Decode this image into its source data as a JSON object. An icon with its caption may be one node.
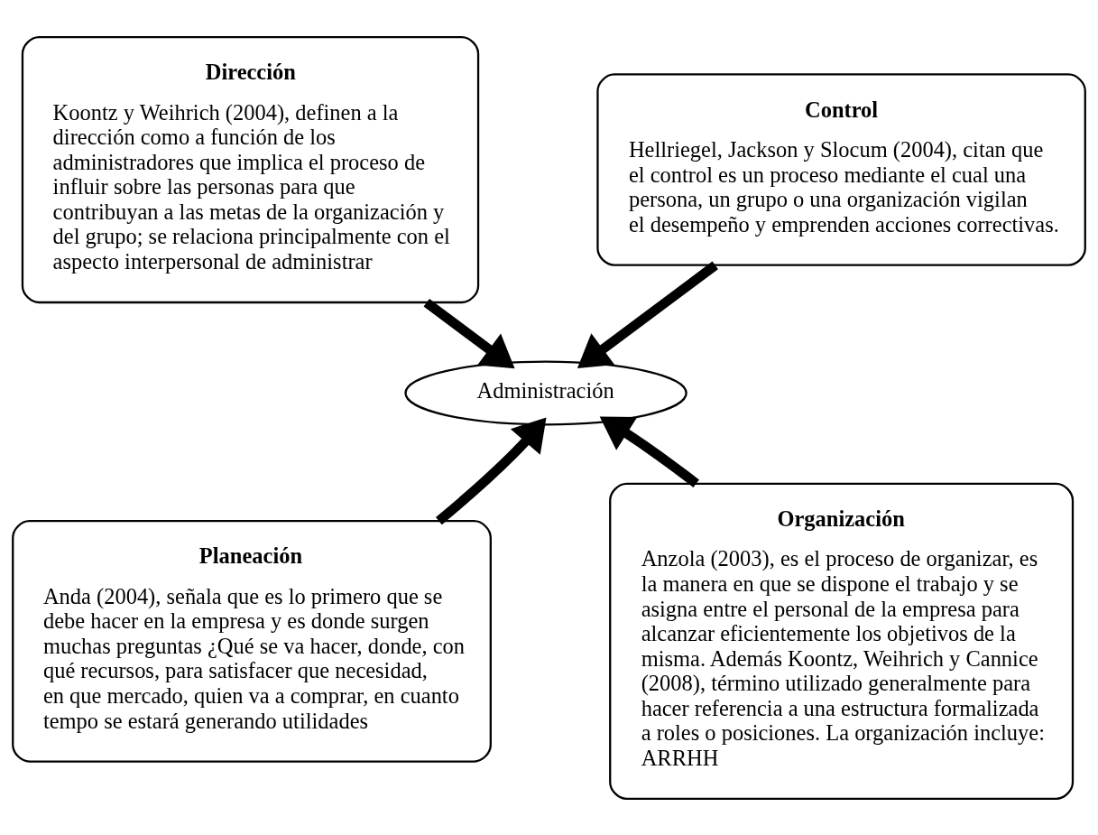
{
  "diagram": {
    "nodes": [
      {
        "text": [
          "Dirección",
          "Koontz y Weihrich (2004), definen a la dirección como a función de los administradores que implica el proceso de influir sobre las personas para que contribuyan a las metas de la organización y del grupo; se relaciona principalmente con el aspecto interpersonal de administrar"
        ]
      },
      {
        "text": [
          "Control",
          "Hellriegel, Jackson y Slocum (2004), citan que el control es un proceso mediante el cual una persona, un grupo o una organización vigilan el desempeño y emprenden acciones correctivas."
        ]
      },
      {
        "text": [
          "Administración"
        ]
      },
      {
        "text": [
          "Planeación",
          "Anda (2004), señala que es lo primero que se debe hacer en la empresa y es donde surgen muchas preguntas ¿Qué se va hacer, donde, con qué recursos, para satisfacer que necesidad, en que mercado, quien va a comprar, en cuanto tempo se estará generando utilidades"
        ]
      },
      {
        "text": [
          "Organización",
          "Anzola (2003), es el proceso de organizar, es la manera en que se dispone el trabajo y se asigna entre el personal de la empresa para alcanzar eficientemente los objetivos de la misma. Además Koontz, Weihrich y Cannice (2008), término utilizado generalmente para hacer referencia a una estructura formalizada a roles o posiciones. La organización incluye: ARRHH"
        ]
      }
    ],
    "edges": [
      {
        "from": 0,
        "to": 2,
        "arrow": "to"
      },
      {
        "from": 1,
        "to": 2,
        "arrow": "to"
      },
      {
        "from": 3,
        "to": 2,
        "arrow": "to"
      },
      {
        "from": 4,
        "to": 2,
        "arrow": "to"
      }
    ]
  }
}
